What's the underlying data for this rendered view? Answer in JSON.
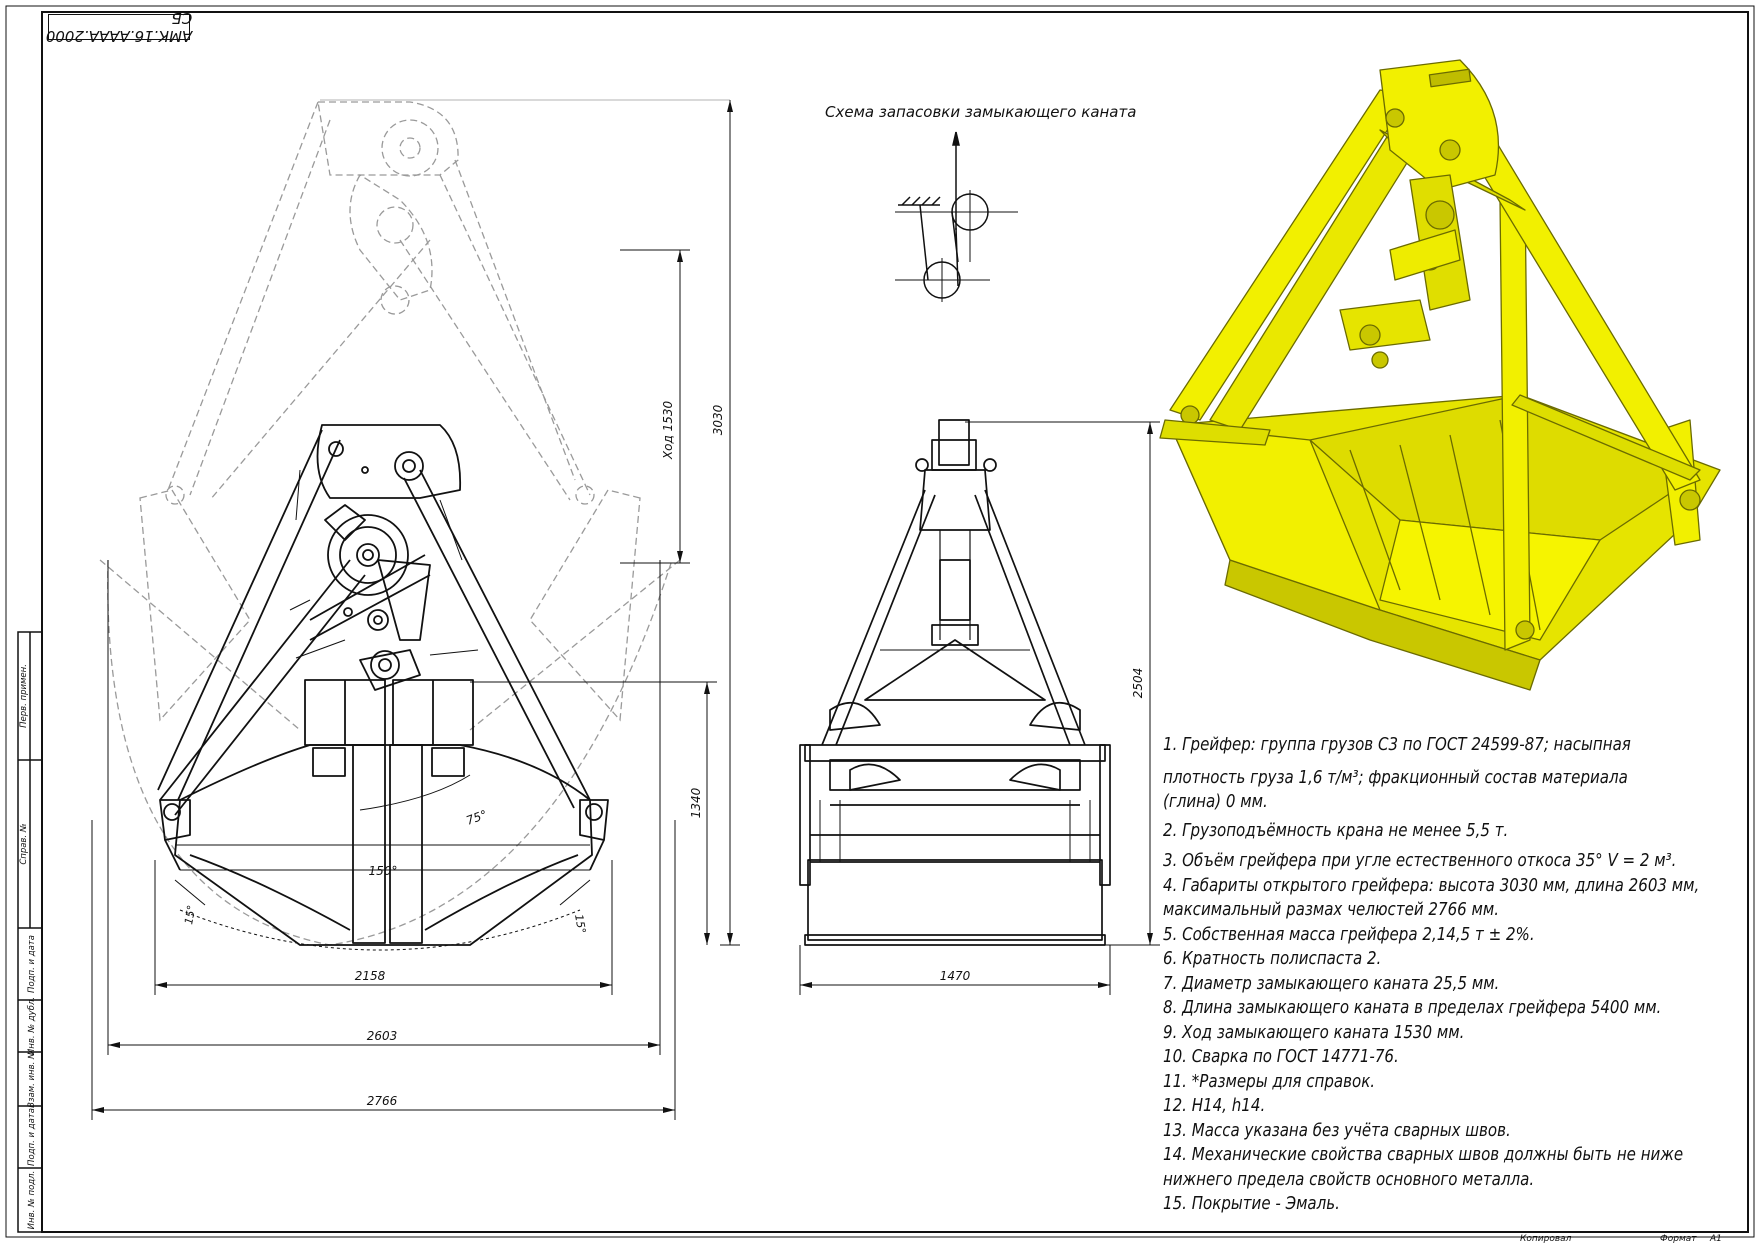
{
  "drawing_code": "АМК.16.АААА.2000 СБ",
  "schema_title": "Схема запасовки замыкающего каната",
  "dimensions": {
    "stroke": "Ход 1530",
    "height_open": "3030",
    "height_closed": "1340",
    "height_side": "2504",
    "width_2158": "2158",
    "width_2603": "2603",
    "width_2766": "2766",
    "width_1470": "1470",
    "angle_75": "75°",
    "angle_150": "150°",
    "angle_15_left": "15°",
    "angle_15_right": "15°"
  },
  "side_stamp": {
    "perv_primen": "Перв. примен.",
    "sprav": "Справ. №",
    "podp_data_1": "Подп. и дата",
    "inv_dubl": "Инв. № дубл.",
    "vzam_inv": "Взам. инв. №",
    "podp_data_2": "Подп. и дата",
    "inv_podl": "Инв. № подл."
  },
  "bottom_stamp": {
    "kopiroval": "Копировал",
    "format": "Формат",
    "format_value": "A1"
  },
  "notes": [
    "1. Грейфер: группа грузов С3 по ГОСТ 24599-87; насыпная",
    "плотность груза 1,6 т/м³; фракционный состав материала",
    "(глина) 0 мм.",
    "2.  Грузоподъёмность крана не менее 5,5 т.",
    "3. Объём грейфера при угле естественного откоса 35° V = 2 м³.",
    "4. Габариты открытого грейфера: высота 3030 мм, длина 2603 мм,",
    "максимальный размах челюстей 2766 мм.",
    "5. Собственная масса грейфера 2,14,5 т ± 2%.",
    "6. Кратность полиспаста 2.",
    "7. Диаметр замыкающего каната 25,5 мм.",
    "8. Длина замыкающего каната в пределах грейфера 5400 мм.",
    "9. Ход замыкающего каната 1530 мм.",
    "10. Сварка по ГОСТ 14771-76.",
    "11. *Размеры для справок.",
    "12. H14, h14.",
    "13. Масса указана без учёта сварных швов.",
    "14. Механические свойства сварных швов должны быть не ниже",
    "нижнего предела свойств основного металла.",
    "15. Покрытие - Эмаль."
  ],
  "colors": {
    "line": "#111111",
    "phantom": "#9a9a9a",
    "model_fill": "#f2f000",
    "model_edge": "#6b6b00"
  }
}
